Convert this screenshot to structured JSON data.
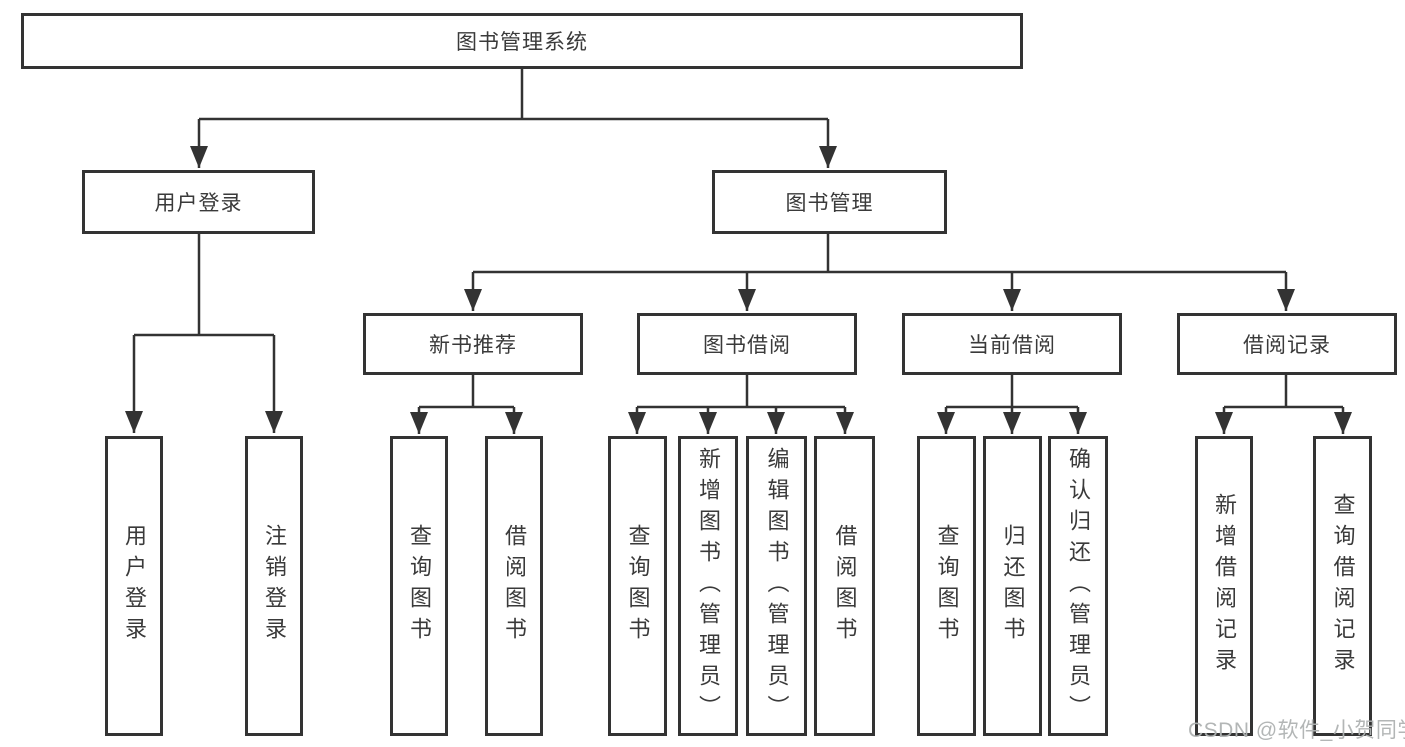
{
  "diagram": {
    "title": "图书管理系统",
    "root": {
      "label": "图书管理系统"
    },
    "level2": [
      {
        "label": "用户登录"
      },
      {
        "label": "图书管理"
      }
    ],
    "level3": [
      {
        "label": "新书推荐"
      },
      {
        "label": "图书借阅"
      },
      {
        "label": "当前借阅"
      },
      {
        "label": "借阅记录"
      }
    ],
    "level4": {
      "user_login": [
        "用户登录",
        "注销登录"
      ],
      "new_books": [
        "查询图书",
        "借阅图书"
      ],
      "book_borrow": [
        "查询图书",
        "新增图书（管理员）",
        "编辑图书（管理员）",
        "借阅图书"
      ],
      "current_borrow": [
        "查询图书",
        "归还图书",
        "确认归还（管理员）"
      ],
      "borrow_records": [
        "新增借阅记录",
        "查询借阅记录"
      ]
    }
  },
  "watermark": {
    "text": "CSDN @软件_小贺同学",
    "color": "#afb3b3"
  },
  "colors": {
    "line": "#333333",
    "text": "#3a3a3a",
    "background": "#ffffff"
  }
}
